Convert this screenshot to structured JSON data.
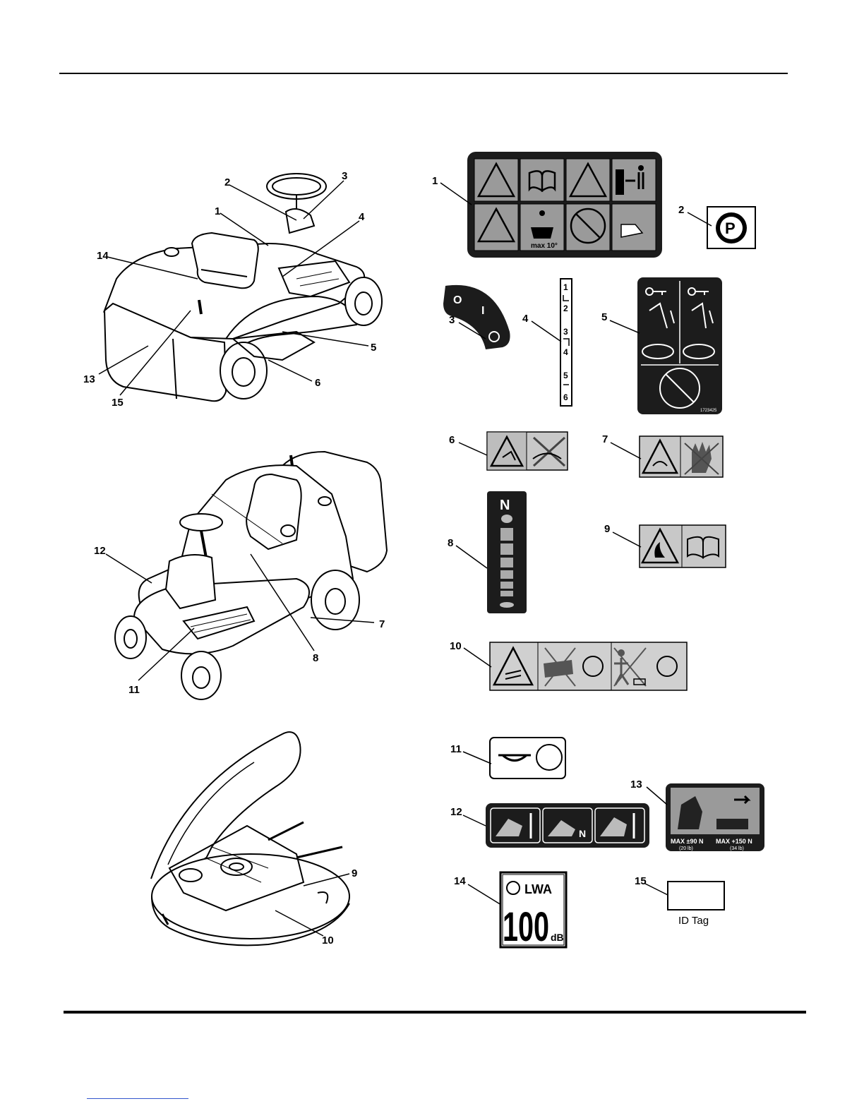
{
  "callouts": {
    "c1": "1",
    "c2": "2",
    "c3": "3",
    "c4": "4",
    "c5": "5",
    "c6": "6",
    "c7": "7",
    "c8": "8",
    "c9": "9",
    "c10": "10",
    "c11": "11",
    "c12": "12",
    "c13": "13",
    "c14": "14",
    "c15": "15"
  },
  "mower_callouts": {
    "m1": "1",
    "m2": "2",
    "m3": "3",
    "m4": "4",
    "m5": "5",
    "m6": "6",
    "m13": "13",
    "m14": "14",
    "m15": "15",
    "m7": "7",
    "m8": "8",
    "m11": "11",
    "m12": "12",
    "m9": "9",
    "m10": "10"
  },
  "decals": {
    "decal1_text": "max 10°",
    "decal3_off": "O",
    "decal3_on": "I",
    "decal4_positions": [
      "1",
      "2",
      "3",
      "4",
      "5",
      "6"
    ],
    "decal5_code": "1723425",
    "decal8_letter": "N",
    "decal12_n": "N",
    "decal13_left": "MAX ±90 N",
    "decal13_left_sub": "(20 lb)",
    "decal13_right": "MAX +150 N",
    "decal13_right_sub": "(34 lb)",
    "decal14_lwa": "LWA",
    "decal14_value": "100",
    "decal14_unit": "dB",
    "decal15_label": "ID Tag"
  }
}
